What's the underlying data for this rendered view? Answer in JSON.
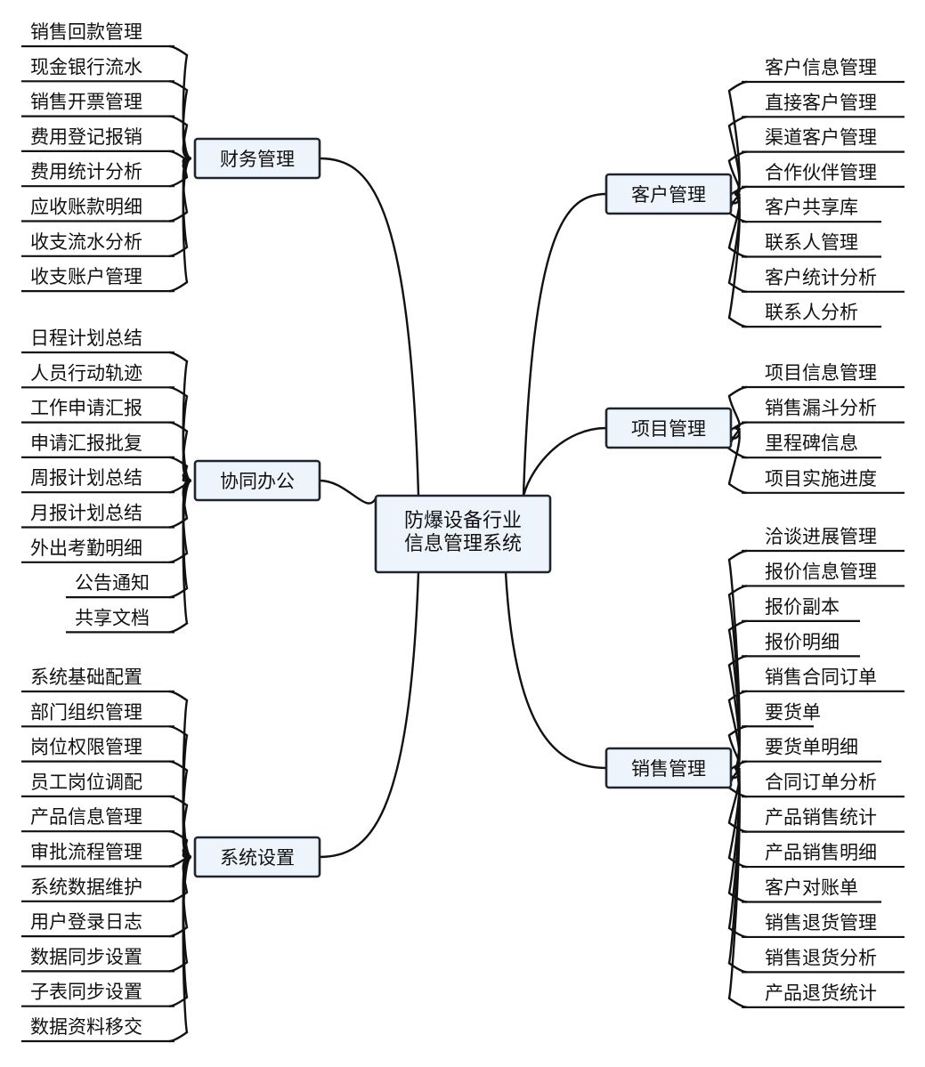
{
  "center": {
    "lines": [
      "防爆设备行业",
      "信息管理系统"
    ]
  },
  "branches": [
    {
      "id": "finance",
      "side": "left",
      "label": "财务管理",
      "items": [
        "销售回款管理",
        "现金银行流水",
        "销售开票管理",
        "费用登记报销",
        "费用统计分析",
        "应收账款明细",
        "收支流水分析",
        "收支账户管理"
      ]
    },
    {
      "id": "office",
      "side": "left",
      "label": "协同办公",
      "items": [
        "日程计划总结",
        "人员行动轨迹",
        "工作申请汇报",
        "申请汇报批复",
        "周报计划总结",
        "月报计划总结",
        "外出考勤明细",
        "公告通知",
        "共享文档"
      ]
    },
    {
      "id": "settings",
      "side": "left",
      "label": "系统设置",
      "items": [
        "系统基础配置",
        "部门组织管理",
        "岗位权限管理",
        "员工岗位调配",
        "产品信息管理",
        "审批流程管理",
        "系统数据维护",
        "用户登录日志",
        "数据同步设置",
        "子表同步设置",
        "数据资料移交"
      ]
    },
    {
      "id": "customer",
      "side": "right",
      "label": "客户管理",
      "items": [
        "客户信息管理",
        "直接客户管理",
        "渠道客户管理",
        "合作伙伴管理",
        "客户共享库",
        "联系人管理",
        "客户统计分析",
        "联系人分析"
      ]
    },
    {
      "id": "project",
      "side": "right",
      "label": "项目管理",
      "items": [
        "项目信息管理",
        "销售漏斗分析",
        "里程碑信息",
        "项目实施进度"
      ]
    },
    {
      "id": "sales",
      "side": "right",
      "label": "销售管理",
      "items": [
        "洽谈进展管理",
        "报价信息管理",
        "报价副本",
        "报价明细",
        "销售合同订单",
        "要货单",
        "要货单明细",
        "合同订单分析",
        "产品销售统计",
        "产品销售明细",
        "客户对账单",
        "销售退货管理",
        "销售退货分析",
        "产品退货统计"
      ]
    }
  ]
}
